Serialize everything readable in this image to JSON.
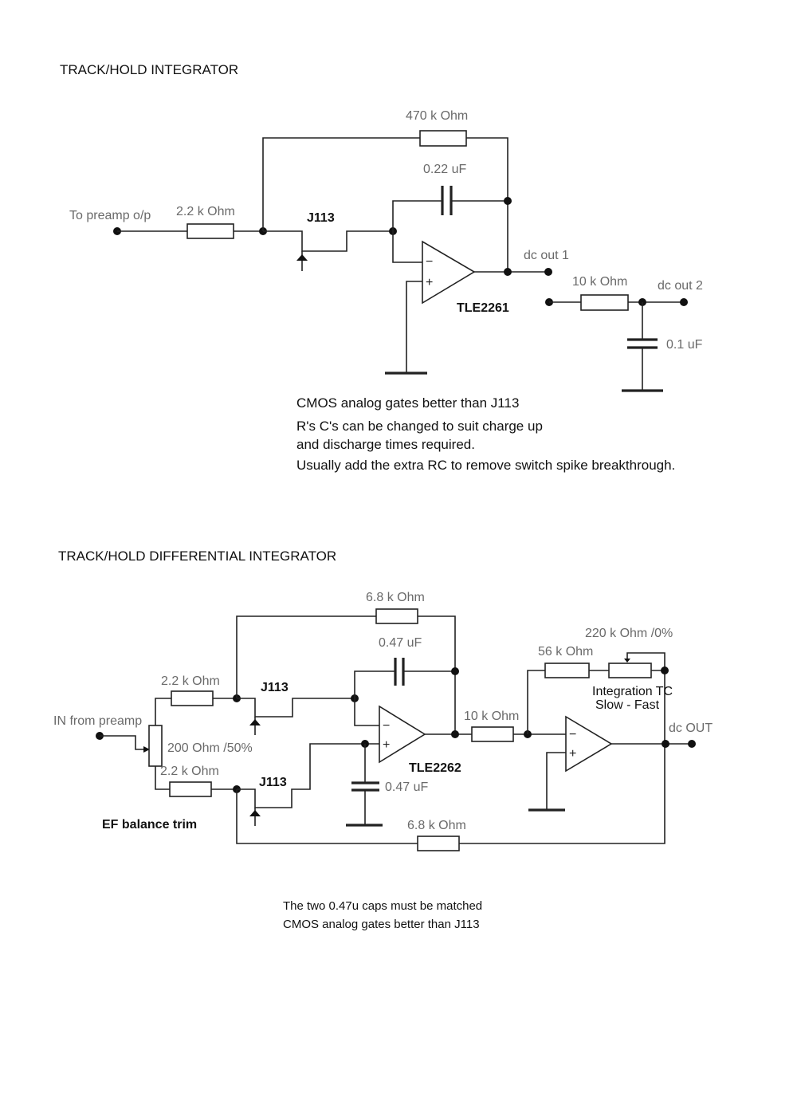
{
  "circuit1": {
    "title": "TRACK/HOLD INTEGRATOR",
    "input_label": "To preamp o/p",
    "r_in": "2.2 k Ohm",
    "r_fb": "470 k Ohm",
    "c_fb": "0.22 uF",
    "switch": "J113",
    "opamp": "TLE2261",
    "opamp_minus": "−",
    "opamp_plus": "+",
    "out1": "dc out 1",
    "r_out": "10 k Ohm",
    "out2": "dc out 2",
    "c_out": "0.1 uF",
    "notes": [
      "CMOS analog gates better than J113",
      "R's C's can be changed to suit charge up",
      "and discharge times required.",
      "Usually add the extra RC to remove switch spike breakthrough."
    ]
  },
  "circuit2": {
    "title": "TRACK/HOLD DIFFERENTIAL INTEGRATOR",
    "input_label": "IN from preamp",
    "pot": "200  Ohm /50%",
    "r_in_top": "2.2 k Ohm",
    "r_in_bot": "2.2 k Ohm",
    "trim_label": "EF balance trim",
    "switch_top": "J113",
    "switch_bot": "J113",
    "r_fb_top": "6.8 k Ohm",
    "c_fb": "0.47 uF",
    "c_plus": "0.47 uF",
    "r_fb_bot": "6.8 k Ohm",
    "opamp1": "TLE2262",
    "r_link": "10 k Ohm",
    "r_int": "56 k Ohm",
    "pot_int": "220 k Ohm /0%",
    "tc_label_1": "Integration TC",
    "tc_label_2": "Slow - Fast",
    "out": "dc OUT",
    "opamp_minus": "−",
    "opamp_plus": "+",
    "notes": [
      "The two 0.47u caps must be matched",
      "CMOS analog gates better than J113"
    ]
  }
}
